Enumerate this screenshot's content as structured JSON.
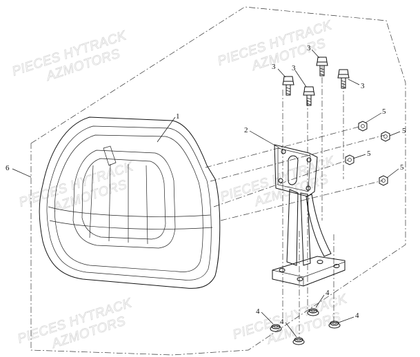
{
  "watermark": {
    "line1": "PIECES HYTRACK",
    "line2": "AZMOTORS"
  },
  "callouts": {
    "seat_backrest": "1",
    "bracket": "2",
    "bolt": "3",
    "nut_lower": "4",
    "nut_side": "5",
    "assembly": "6"
  },
  "colors": {
    "line": "#111111",
    "watermark": "#d8d8d8",
    "background": "#ffffff"
  }
}
